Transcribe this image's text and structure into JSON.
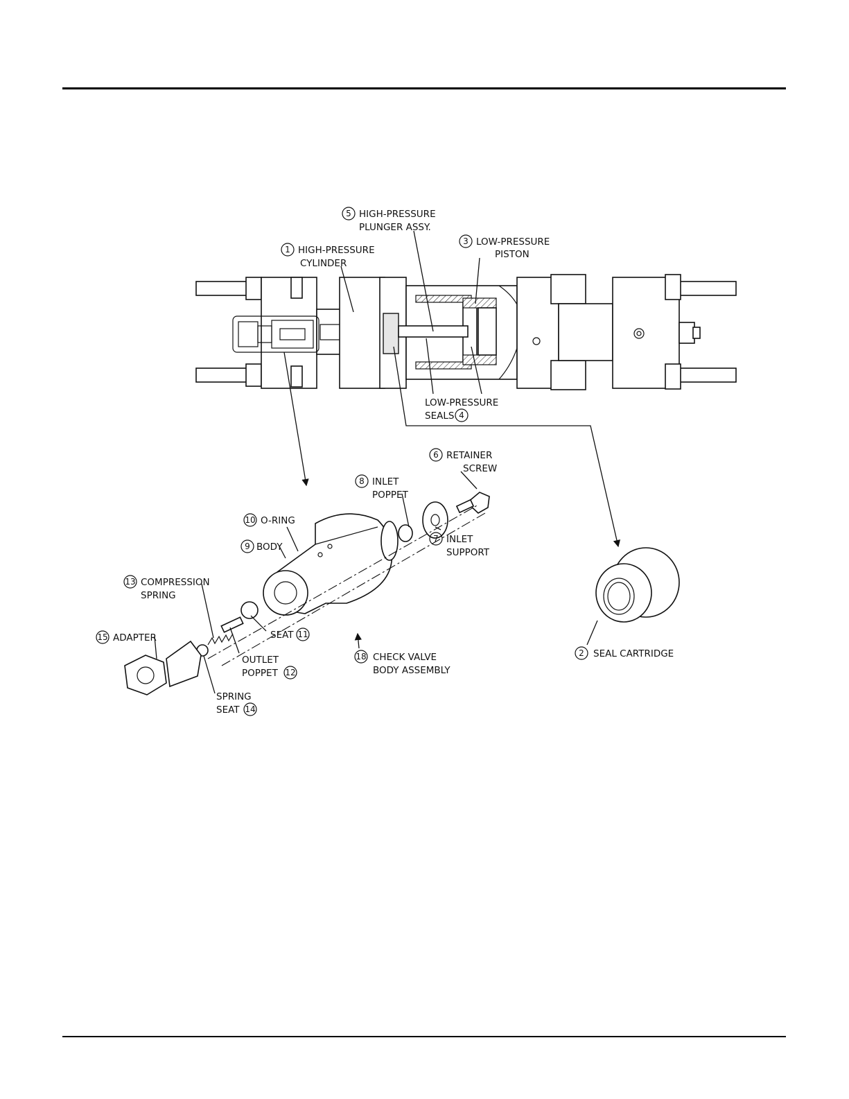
{
  "figure": {
    "labels": {
      "hp_cylinder": {
        "num": "1",
        "lines": [
          "HIGH-PRESSURE",
          "CYLINDER"
        ]
      },
      "seal_cartridge": {
        "num": "2",
        "lines": [
          "SEAL CARTRIDGE"
        ]
      },
      "lp_piston": {
        "num": "3",
        "lines": [
          "LOW-PRESSURE",
          "PISTON"
        ]
      },
      "lp_seals": {
        "num": "4",
        "lines": [
          "LOW-PRESSURE",
          "SEALS"
        ]
      },
      "hp_plunger": {
        "num": "5",
        "lines": [
          "HIGH-PRESSURE",
          "PLUNGER ASSY."
        ]
      },
      "retainer_screw": {
        "num": "6",
        "lines": [
          "RETAINER",
          "SCREW"
        ]
      },
      "inlet_support": {
        "num": "7",
        "lines": [
          "INLET",
          "SUPPORT"
        ]
      },
      "inlet_poppet": {
        "num": "8",
        "lines": [
          "INLET",
          "POPPET"
        ]
      },
      "body": {
        "num": "9",
        "lines": [
          "BODY"
        ]
      },
      "o_ring": {
        "num": "10",
        "lines": [
          "O-RING"
        ]
      },
      "seat": {
        "num": "11",
        "lines": [
          "SEAT"
        ]
      },
      "outlet_poppet": {
        "num": "12",
        "lines": [
          "OUTLET",
          "POPPET"
        ]
      },
      "comp_spring": {
        "num": "13",
        "lines": [
          "COMPRESSION",
          "SPRING"
        ]
      },
      "spring_seat": {
        "num": "14",
        "lines": [
          "SPRING",
          "SEAT"
        ]
      },
      "adapter": {
        "num": "15",
        "lines": [
          "ADAPTER"
        ]
      },
      "check_valve": {
        "num": "18",
        "lines": [
          "CHECK VALVE",
          "BODY ASSEMBLY"
        ]
      }
    }
  }
}
